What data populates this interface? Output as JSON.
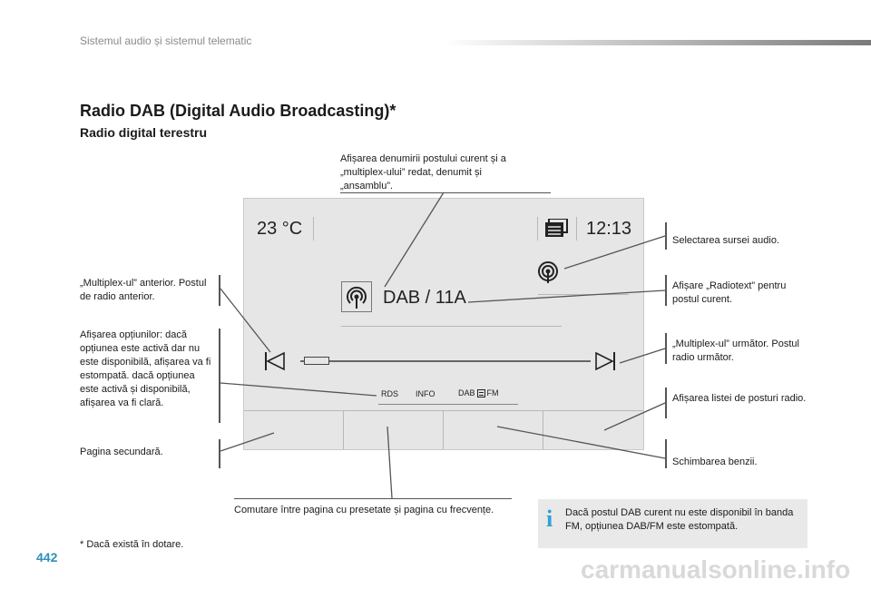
{
  "header": {
    "title": "Sistemul audio și sistemul telematic"
  },
  "page_number": "442",
  "headings": {
    "main": "Radio DAB (Digital Audio Broadcasting)*",
    "sub": "Radio digital terestru"
  },
  "screen": {
    "temperature": "23 °C",
    "time": "12:13",
    "station": "DAB / 11A",
    "buttons": {
      "rds": "RDS",
      "info": "INFO",
      "dab": "DAB",
      "fm": "FM"
    }
  },
  "callouts": {
    "station_name": "Afișarea denumirii postului curent și a „multiplex-ului” redat, denumit și „ansamblu”.",
    "source": "Selectarea sursei audio.",
    "radiotext": "Afișare „Radiotext” pentru postul curent.",
    "next": "„Multiplex-ul” următor. Postul radio următor.",
    "station_list": "Afișarea listei de posturi radio.",
    "band": "Schimbarea benzii.",
    "previous": "„Multiplex-ul” anterior. Postul de radio anterior.",
    "options": "Afișarea opțiunilor: dacă opțiunea este activă dar nu este disponibilă, afișarea va fi estompată. dacă opțiunea este activă și disponibilă, afișarea va fi clară.",
    "secondary": "Pagina secundară.",
    "presets": "Comutare între pagina cu presetate și pagina cu frecvențe."
  },
  "info_note": "Dacă postul DAB curent nu este disponibil în banda FM, opțiunea DAB/FM este estompată.",
  "info_icon": "i",
  "footnote": "* Dacă există în dotare.",
  "watermark": "carmanualsonline.info",
  "colors": {
    "accent": "#2e8fb8",
    "info_icon": "#2ea3d4",
    "screen_bg": "#e6e6e6"
  }
}
